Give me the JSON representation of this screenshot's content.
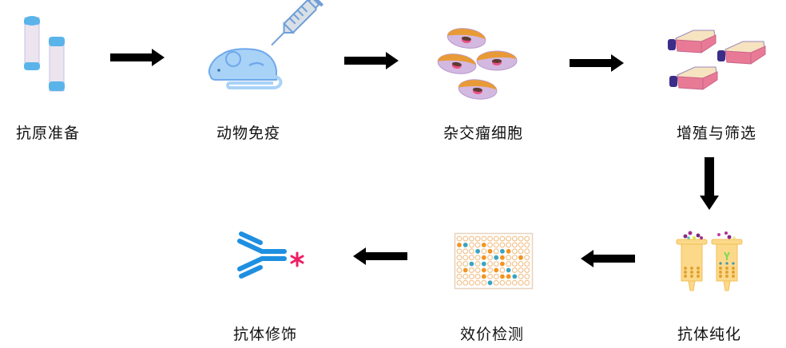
{
  "diagram": {
    "type": "flowchart",
    "direction": "clockwise-snake",
    "steps": [
      {
        "id": "antigen",
        "label": "抗原准备",
        "icon": "test-tubes-icon"
      },
      {
        "id": "immunize",
        "label": "动物免疫",
        "icon": "mouse-syringe-icon"
      },
      {
        "id": "hybridoma",
        "label": "杂交瘤细胞",
        "icon": "hybridoma-cells-icon"
      },
      {
        "id": "expand",
        "label": "增殖与筛选",
        "icon": "culture-flasks-icon"
      },
      {
        "id": "purify",
        "label": "抗体纯化",
        "icon": "purification-columns-icon"
      },
      {
        "id": "titer",
        "label": "效价检测",
        "icon": "well-plate-icon"
      },
      {
        "id": "modify",
        "label": "抗体修饰",
        "icon": "labeled-antibody-icon"
      }
    ],
    "edges": [
      {
        "from": "antigen",
        "to": "immunize",
        "direction": "right"
      },
      {
        "from": "immunize",
        "to": "hybridoma",
        "direction": "right"
      },
      {
        "from": "hybridoma",
        "to": "expand",
        "direction": "right"
      },
      {
        "from": "expand",
        "to": "purify",
        "direction": "down"
      },
      {
        "from": "purify",
        "to": "titer",
        "direction": "left"
      },
      {
        "from": "titer",
        "to": "modify",
        "direction": "left"
      }
    ],
    "colors": {
      "arrow": "#000000",
      "tube_cap": "#5ab4ea",
      "mouse": "#a9d2f7",
      "cell_orange": "#e89a36",
      "cell_purple": "#d3b8e0",
      "flask_pink": "#e97a96",
      "flask_cap": "#3b2e8a",
      "column_yellow": "#fcd98a",
      "plate_orange": "#f39420",
      "plate_teal": "#3ba3c2",
      "antibody_blue": "#1f8fe0",
      "label_star": "#ee1f66"
    },
    "plate": {
      "rows": 8,
      "cols": 12,
      "orange_wells": [
        [
          1,
          0
        ],
        [
          1,
          4
        ],
        [
          2,
          5
        ],
        [
          2,
          8
        ],
        [
          3,
          4
        ],
        [
          3,
          7
        ],
        [
          3,
          10
        ],
        [
          4,
          7
        ],
        [
          5,
          1
        ],
        [
          5,
          4
        ],
        [
          5,
          6
        ],
        [
          6,
          4
        ],
        [
          6,
          7
        ],
        [
          6,
          8
        ]
      ],
      "teal_wells": [
        [
          1,
          1
        ],
        [
          2,
          3
        ],
        [
          2,
          7
        ],
        [
          3,
          6
        ],
        [
          4,
          2
        ],
        [
          4,
          4
        ],
        [
          5,
          8
        ],
        [
          6,
          9
        ],
        [
          7,
          5
        ]
      ]
    }
  }
}
